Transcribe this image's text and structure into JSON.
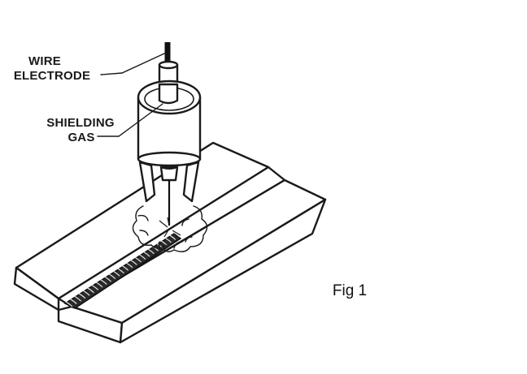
{
  "labels": {
    "wire": "WIRE",
    "electrode": "ELECTRODE",
    "shielding": "SHIELDING",
    "gas": "GAS"
  },
  "caption": "Fig 1",
  "colors": {
    "ink": "#1a1a1a",
    "background": "#ffffff"
  }
}
